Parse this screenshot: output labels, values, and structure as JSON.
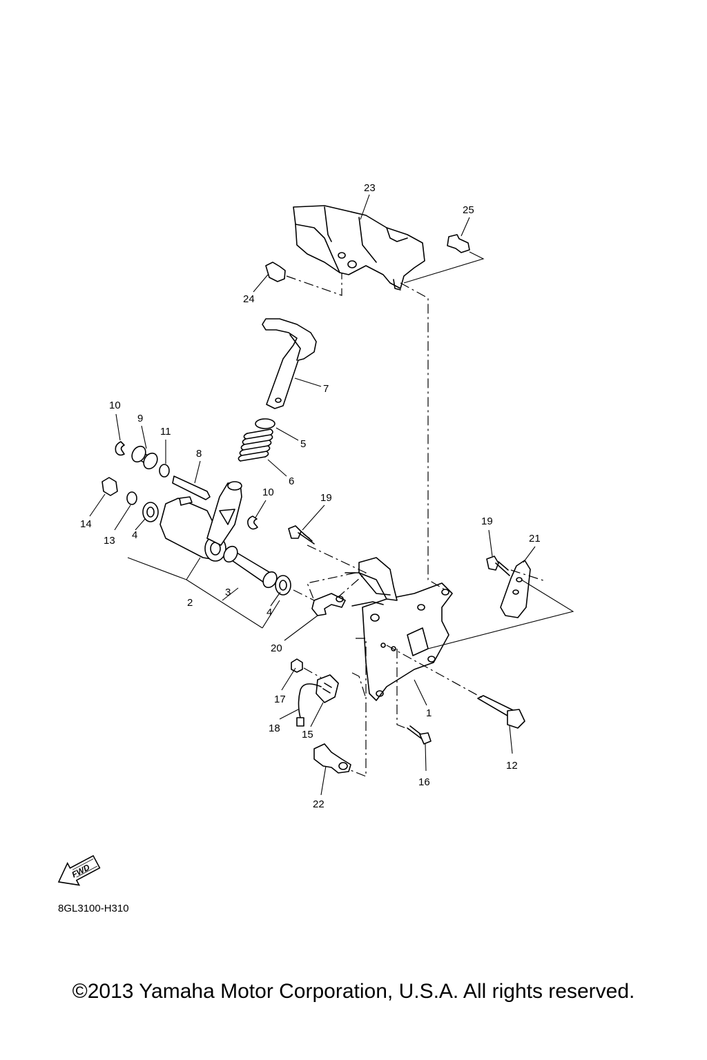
{
  "diagram": {
    "drawing_code": "8GL3100-H310",
    "fwd_label": "FWD",
    "copyright": "©2013 Yamaha Motor Corporation, U.S.A. All rights reserved.",
    "callouts": [
      "23",
      "25",
      "24",
      "7",
      "10",
      "9",
      "11",
      "8",
      "5",
      "6",
      "10",
      "19",
      "14",
      "13",
      "4",
      "19",
      "21",
      "3",
      "2",
      "4",
      "20",
      "17",
      "18",
      "15",
      "1",
      "12",
      "16",
      "22"
    ]
  }
}
